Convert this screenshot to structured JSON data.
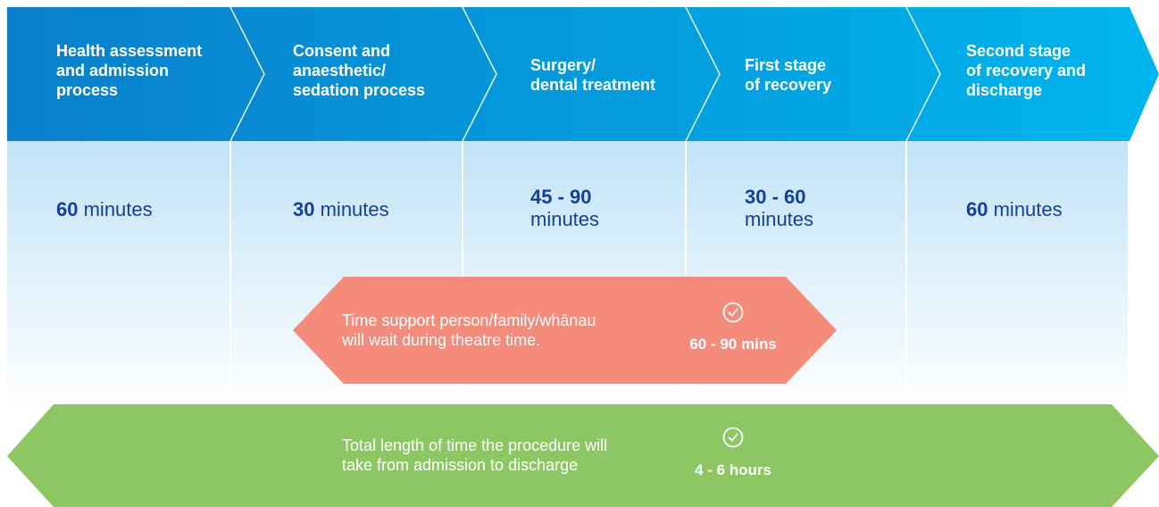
{
  "steps": [
    {
      "label": "Health assessment\nand admission\nprocess",
      "duration_value": "60",
      "duration_unit": "minutes"
    },
    {
      "label": "Consent and\nanaesthetic/\nsedation process",
      "duration_value": "30",
      "duration_unit": "minutes"
    },
    {
      "label": "Surgery/\ndental treatment",
      "duration_value": "45 - 90",
      "duration_unit": "minutes"
    },
    {
      "label": "First stage\nof recovery",
      "duration_value": "30 - 60",
      "duration_unit": "minutes"
    },
    {
      "label": "Second stage\nof recovery and\ndischarge",
      "duration_value": "60",
      "duration_unit": "minutes"
    }
  ],
  "wait_band": {
    "text": "Time support person/family/whānau\nwill wait during theatre time.",
    "value": "60 - 90 mins",
    "icon": "clock-icon"
  },
  "total_band": {
    "text": "Total length of time the procedure will\ntake from admission to discharge",
    "value": "4 - 6 hours",
    "icon": "clock-icon"
  },
  "colors": {
    "header_start": "#0a7fcb",
    "header_end": "#00b5ee",
    "column_top": "#c2e3f7",
    "column_bottom": "#ffffff",
    "duration_text": "#12409a",
    "wait_band": "#f48b7b",
    "total_band": "#8dc763",
    "divider": "#ffffff"
  }
}
